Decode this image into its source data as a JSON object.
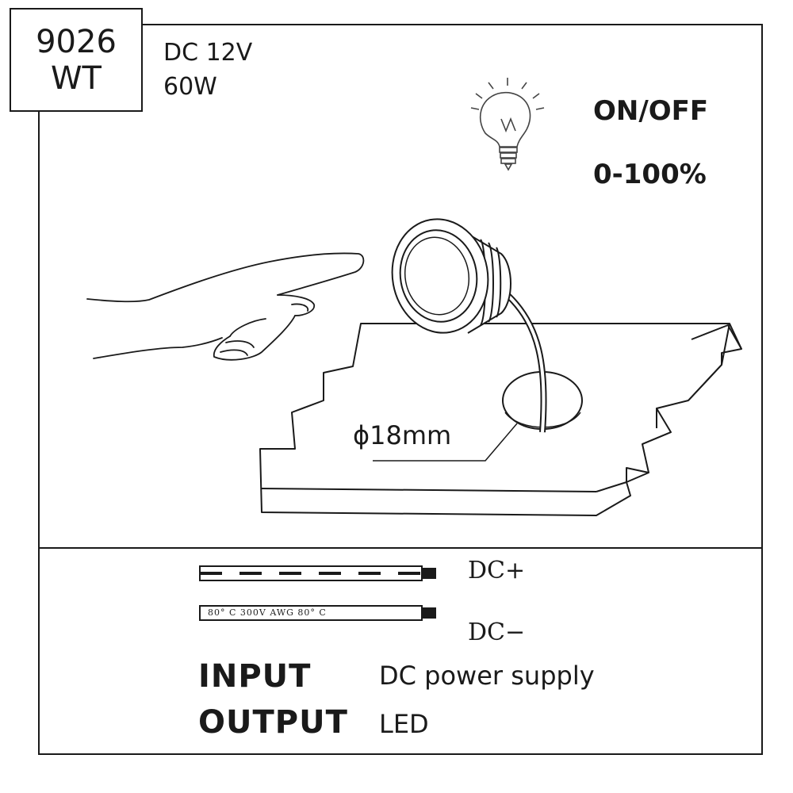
{
  "model": {
    "line1": "9026",
    "line2": "WT"
  },
  "specs": {
    "voltage": "DC 12V",
    "power": "60W"
  },
  "functions": {
    "switch": "ON/OFF",
    "dimming": "0-100%"
  },
  "icons": {
    "bulb": "light-bulb-icon",
    "hand": "hand-icon",
    "light": "puck-light-icon"
  },
  "install": {
    "hole_diameter": "ϕ18mm"
  },
  "wires": {
    "positive_label": "DC+",
    "negative_label": "DC−",
    "cable_print": "80° C   300V   AWG          80° C"
  },
  "io": {
    "input_key": "INPUT",
    "input_value": "DC power supply",
    "output_key": "OUTPUT",
    "output_value": "LED"
  }
}
